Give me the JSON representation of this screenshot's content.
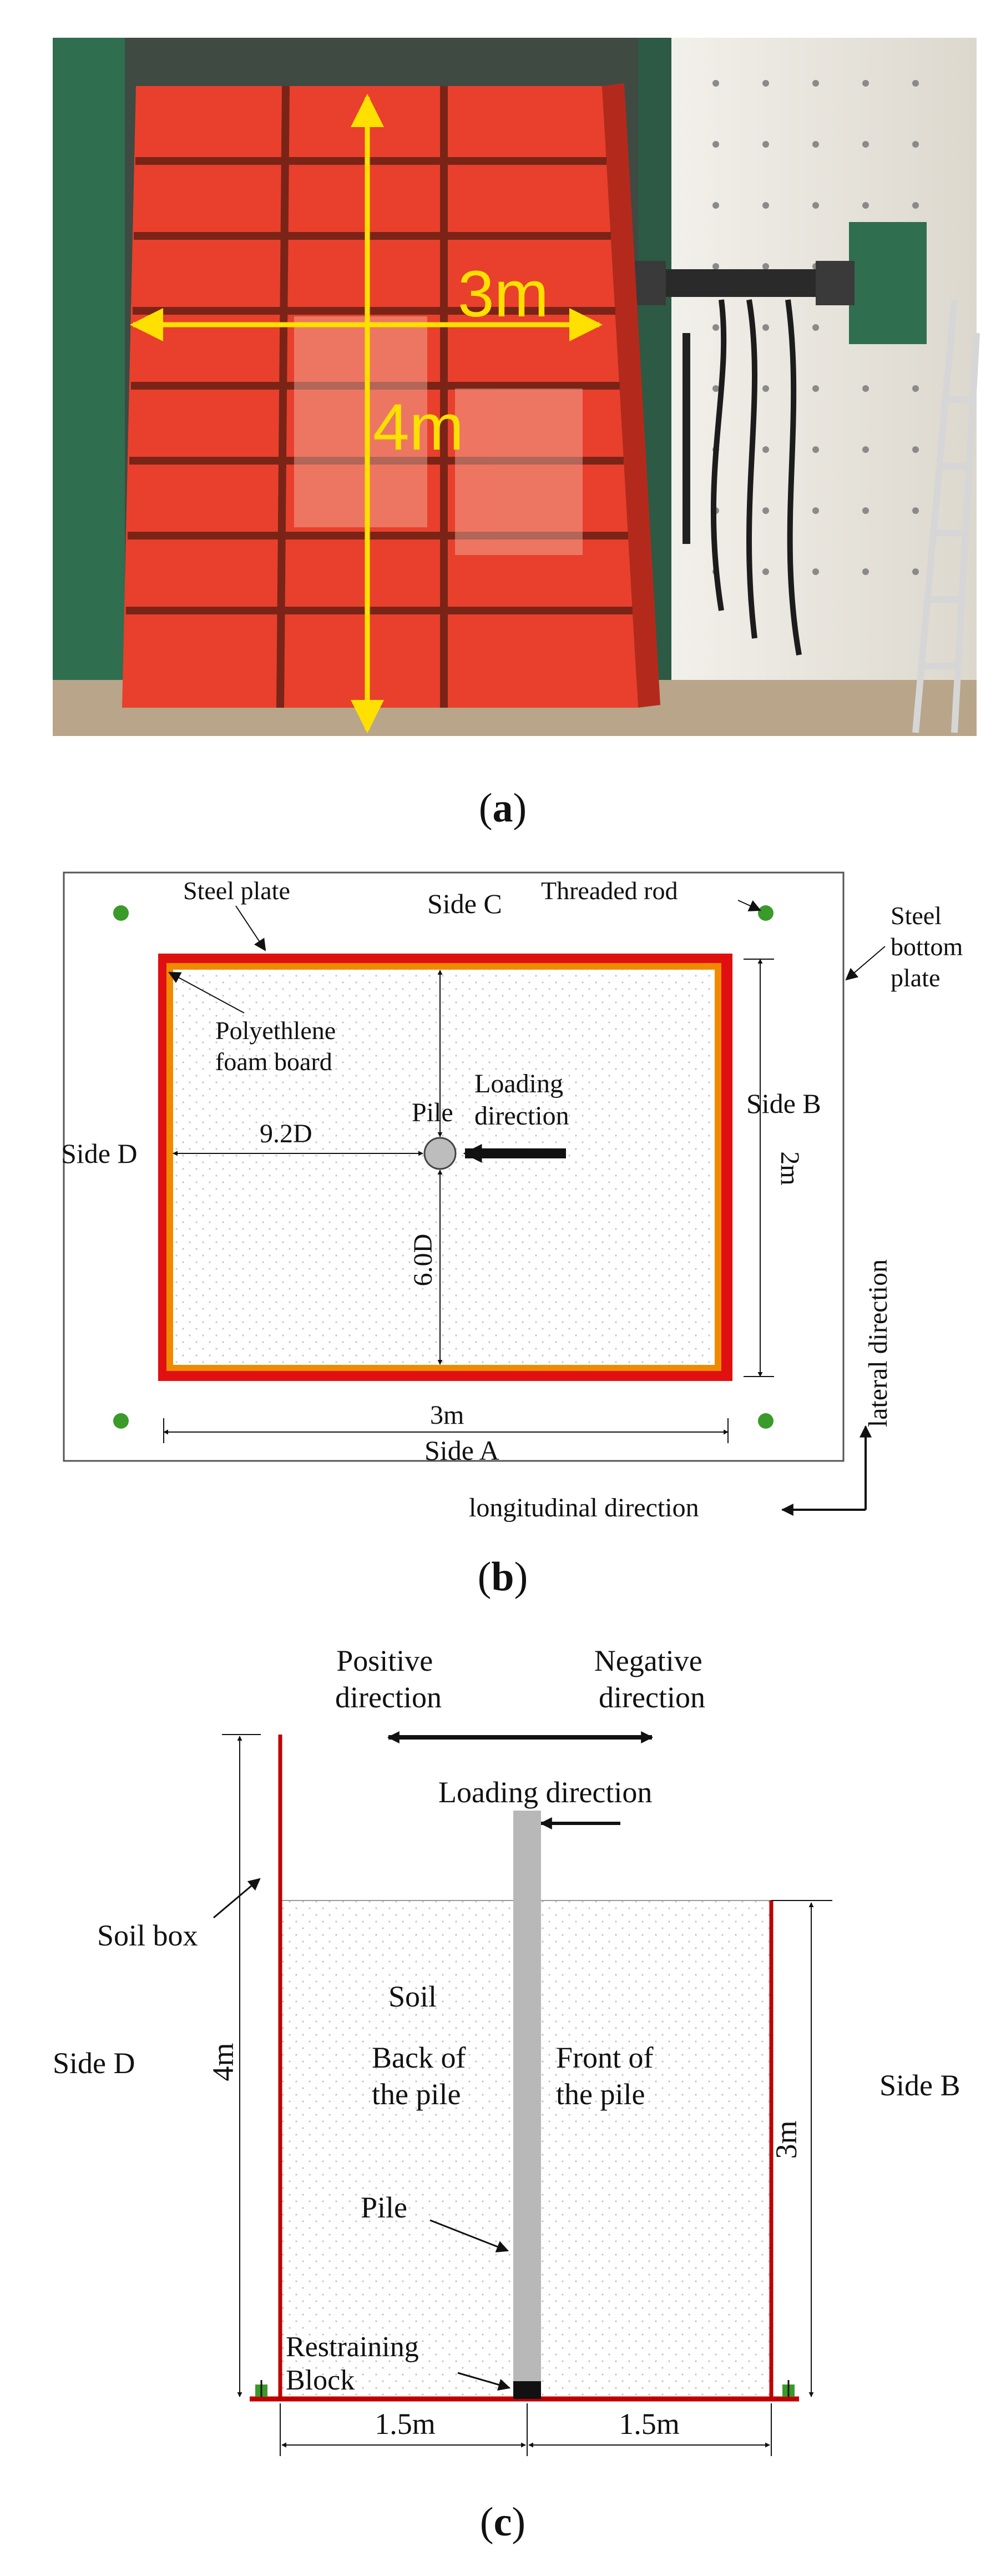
{
  "panel_a": {
    "dim_width": "3m",
    "dim_height": "4m",
    "caption_open": "(",
    "caption_letter": "a",
    "caption_close": ")"
  },
  "panel_b": {
    "steel_plate": "Steel plate",
    "side_c": "Side C",
    "threaded_rod": "Threaded rod",
    "steel_bottom_plate_1": "Steel",
    "steel_bottom_plate_2": "bottom",
    "steel_bottom_plate_3": "plate",
    "foam_board_1": "Polyethlene",
    "foam_board_2": "foam board",
    "pile": "Pile",
    "loading_direction_1": "Loading",
    "loading_direction_2": "direction",
    "side_b": "Side B",
    "side_d": "Side D",
    "dim_92d": "9.2D",
    "dim_60d": "6.0D",
    "dim_2m": "2m",
    "dim_3m": "3m",
    "side_a": "Side A",
    "lateral_direction": "lateral direction",
    "longitudinal_direction": "longitudinal direction",
    "caption_open": "(",
    "caption_letter": "b",
    "caption_close": ")"
  },
  "panel_c": {
    "positive_direction_1": "Positive",
    "positive_direction_2": "direction",
    "negative_direction_1": "Negative",
    "negative_direction_2": "direction",
    "loading_direction": "Loading direction",
    "soil_box": "Soil box",
    "soil": "Soil",
    "side_d": "Side D",
    "side_b": "Side B",
    "back_of_pile_1": "Back of",
    "back_of_pile_2": "the pile",
    "front_of_pile_1": "Front of",
    "front_of_pile_2": "the pile",
    "dim_4m": "4m",
    "dim_3m": "3m",
    "pile": "Pile",
    "restraining_block_1": "Restraining",
    "restraining_block_2": "Block",
    "dim_left_15m": "1.5m",
    "dim_right_15m": "1.5m",
    "caption_open": "(",
    "caption_letter": "c",
    "caption_close": ")"
  },
  "colors": {
    "box_red": "#e8402c",
    "steel_red": "#e01010",
    "foam_orange": "#f08a00",
    "dim_yellow": "#ffe000",
    "rod_green": "#3a9a2a",
    "pile_grey": "#b8b8b8",
    "wall_red": "#c00000"
  }
}
